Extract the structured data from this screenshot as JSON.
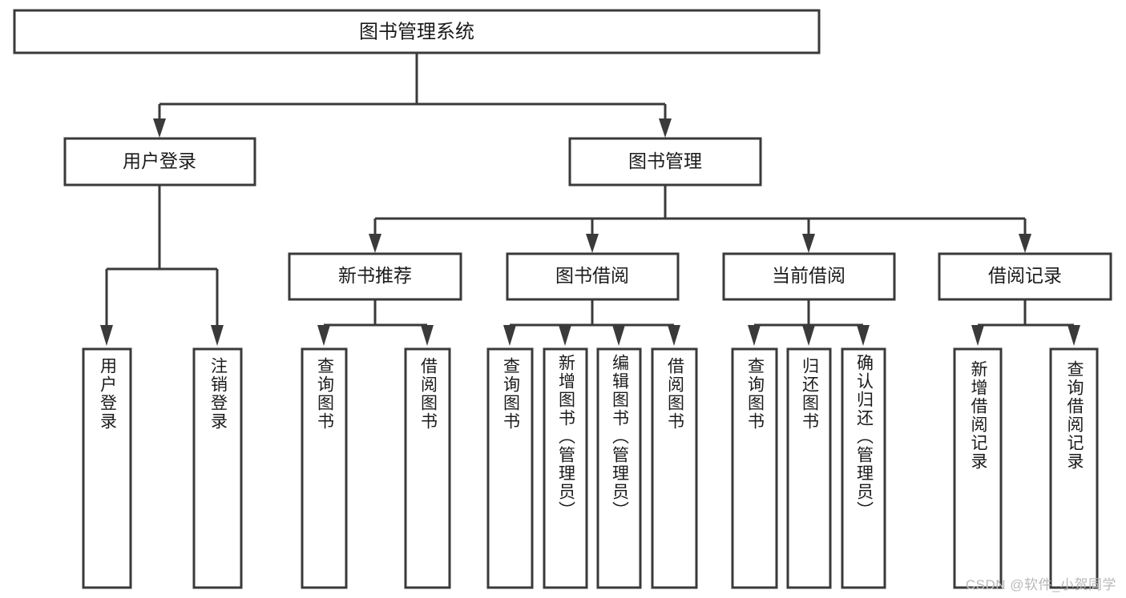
{
  "diagram": {
    "type": "tree-hierarchy",
    "title": "图书管理系统",
    "watermark": "CSDN @软件_小贺同学",
    "colors": {
      "background": "#ffffff",
      "box_fill": "#ffffff",
      "stroke": "#3a3a3a",
      "text": "#1b1b1b",
      "watermark": "#b9b9b9"
    },
    "levels": {
      "root": "图书管理系统",
      "level2": [
        "用户登录",
        "图书管理"
      ],
      "level3": [
        "新书推荐",
        "图书借阅",
        "当前借阅",
        "借阅记录"
      ]
    },
    "nodes": {
      "root": {
        "label": "图书管理系统",
        "orientation": "horizontal"
      },
      "user_login": {
        "label": "用户登录",
        "orientation": "horizontal"
      },
      "book_mgmt": {
        "label": "图书管理",
        "orientation": "horizontal"
      },
      "new_book_rec": {
        "label": "新书推荐",
        "orientation": "horizontal"
      },
      "book_borrow": {
        "label": "图书借阅",
        "orientation": "horizontal"
      },
      "current_borrow": {
        "label": "当前借阅",
        "orientation": "horizontal"
      },
      "borrow_record": {
        "label": "借阅记录",
        "orientation": "horizontal"
      }
    },
    "leaves": {
      "user_login": [
        {
          "label": "用户登录",
          "orientation": "vertical"
        },
        {
          "label": "注销登录",
          "orientation": "vertical"
        }
      ],
      "new_book_rec": [
        {
          "label": "查询图书",
          "orientation": "vertical"
        },
        {
          "label": "借阅图书",
          "orientation": "vertical"
        }
      ],
      "book_borrow": [
        {
          "label": "查询图书",
          "orientation": "vertical"
        },
        {
          "label": "新增图书（管理员）",
          "orientation": "vertical"
        },
        {
          "label": "编辑图书（管理员）",
          "orientation": "vertical"
        },
        {
          "label": "借阅图书",
          "orientation": "vertical"
        }
      ],
      "current_borrow": [
        {
          "label": "查询图书",
          "orientation": "vertical"
        },
        {
          "label": "归还图书",
          "orientation": "vertical"
        },
        {
          "label": "确认归还（管理员）",
          "orientation": "vertical"
        }
      ],
      "borrow_record": [
        {
          "label": "新增借阅记录",
          "orientation": "vertical"
        },
        {
          "label": "查询借阅记录",
          "orientation": "vertical"
        }
      ]
    }
  }
}
